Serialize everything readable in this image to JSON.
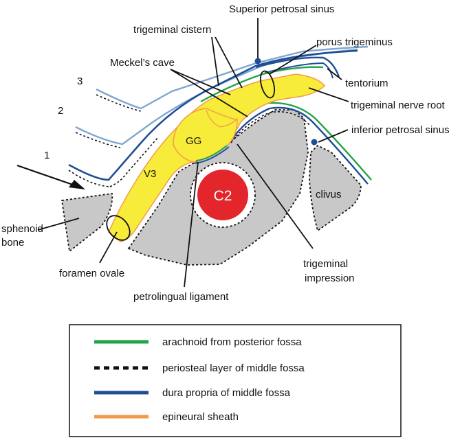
{
  "labels": {
    "superior_petrosal_sinus": "Superior petrosal sinus",
    "trigeminal_cistern": "trigeminal cistern",
    "porus_trigeminus": "porus trigeminus",
    "meckels_cave": "Meckel’s cave",
    "tentorium": "tentorium",
    "trigeminal_nerve_root": "trigeminal nerve root",
    "inferior_petrosal_sinus": "inferior petrosal sinus",
    "level_1": "1",
    "level_2": "2",
    "level_3": "3",
    "gg": "GG",
    "v3": "V3",
    "c2": "C2",
    "clivus": "clivus",
    "sphenoid_line1": "sphenoid",
    "sphenoid_line2": "bone",
    "foramen_ovale": "foramen ovale",
    "petrolingual_ligament": "petrolingual ligament",
    "trigeminal_impression_line1": "trigeminal",
    "trigeminal_impression_line2": "impression"
  },
  "legend": {
    "items": [
      {
        "label": "arachnoid from posterior fossa",
        "color": "#21a447",
        "style": "solid"
      },
      {
        "label": "periosteal layer of middle fossa",
        "color": "#111111",
        "style": "dashed"
      },
      {
        "label": "dura propria of middle fossa",
        "color": "#1f4e96",
        "style": "solid"
      },
      {
        "label": "epineural sheath",
        "color": "#f39a4a",
        "style": "solid"
      }
    ]
  },
  "colors": {
    "nerve": "#f7ec3a",
    "bone": "#c8c8c8",
    "artery": "#e3262b",
    "dura": "#1f4e96",
    "dura_light": "#7fa6d1",
    "arachnoid": "#21a447",
    "epineural": "#f39a4a"
  }
}
